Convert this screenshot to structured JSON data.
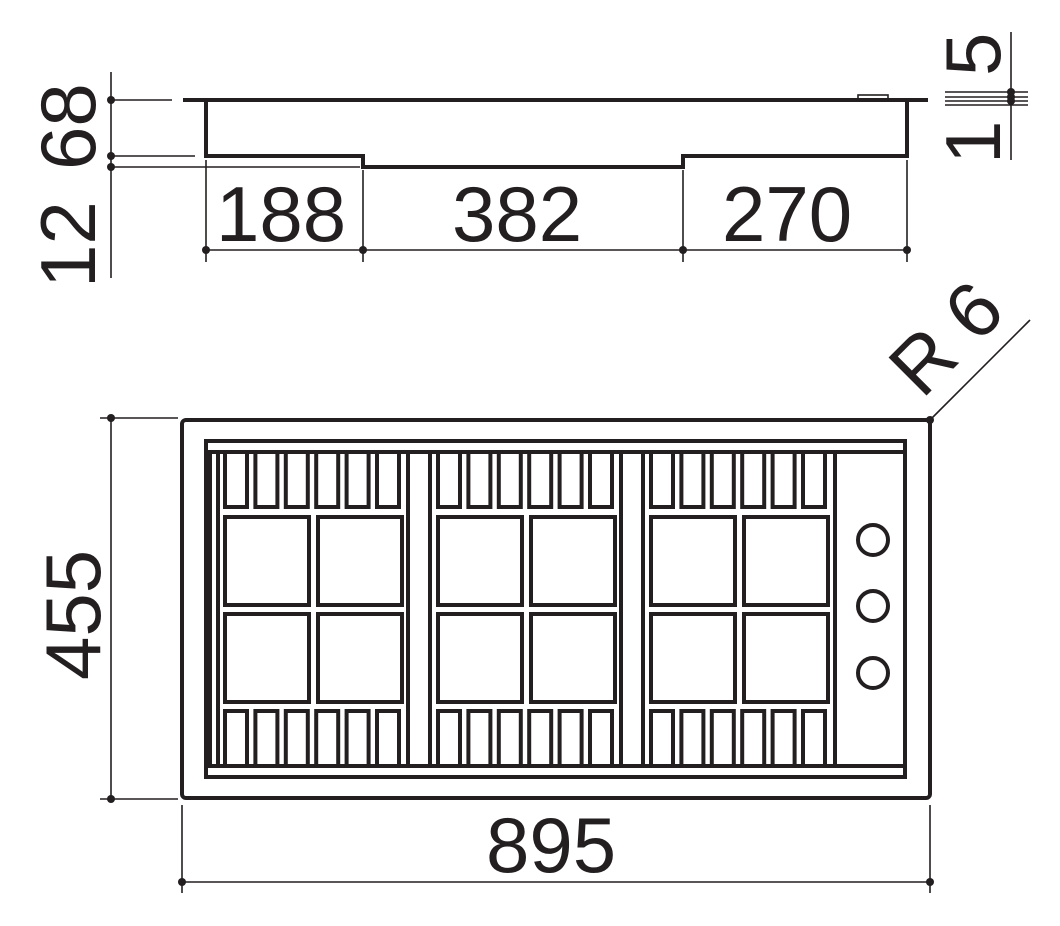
{
  "colors": {
    "ink": "#231f20",
    "background": "#ffffff"
  },
  "side_view": {
    "dim_thickness_left_top": "68",
    "dim_thickness_left_bottom": "12",
    "dim_segment_1": "188",
    "dim_segment_2": "382",
    "dim_segment_3": "270",
    "dim_right_top": "5",
    "dim_right_bottom": "1"
  },
  "plan_view": {
    "dim_height": "455",
    "dim_width": "895",
    "dim_radius": "R 6"
  },
  "icons": {
    "knobs": [
      "knob-icon",
      "knob-icon",
      "knob-icon"
    ]
  }
}
